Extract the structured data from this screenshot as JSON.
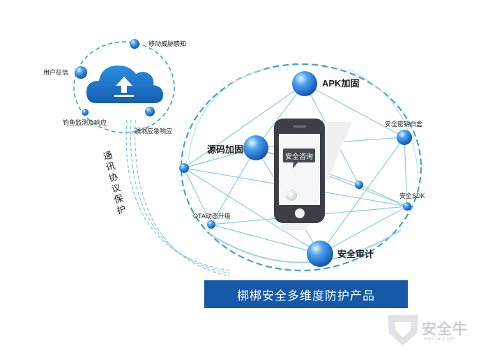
{
  "cloud_nodes": {
    "threat": "移动威胁感知",
    "identity": "用户征信",
    "phishing": "钓鱼监测及响应",
    "vuln": "漏洞应急响应"
  },
  "channel_label": "通讯协议保护",
  "ring_nodes": {
    "apk": "APK加固",
    "source": "源码加固",
    "whitebox": "安全密钥白盒",
    "sdk": "安全SDK",
    "ota": "OTA动态升级",
    "audit": "安全审计"
  },
  "phone_bubble": "安全咨询",
  "product_banner": "梆梆安全多维度防护产品",
  "watermark": {
    "text": "安全牛",
    "subtext": "aqniu.com"
  },
  "colors": {
    "banner": "#1559a8",
    "sphere": "#1a6fd0",
    "ring_dash": "#3aa7bc",
    "line": "#8ec8ea",
    "cloud": "#1d79c9"
  }
}
